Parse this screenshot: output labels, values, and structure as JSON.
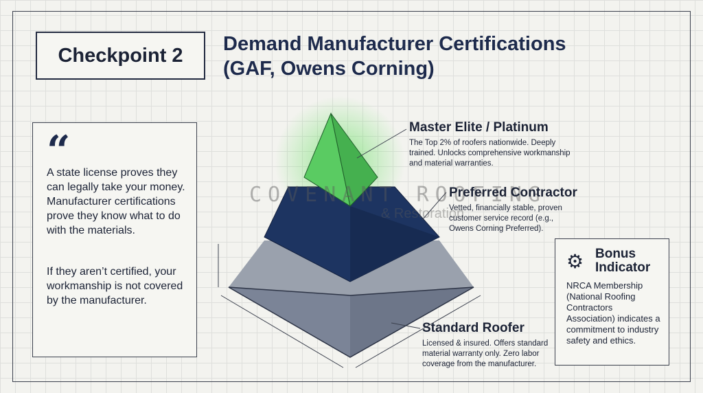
{
  "checkpoint": "Checkpoint 2",
  "title_line1": "Demand Manufacturer Certifications",
  "title_line2": "(GAF, Owens Corning)",
  "quote": {
    "mark": "“",
    "p1": "A state license proves they can legally take your money. Manufacturer certifications prove they know what to do with the materials.",
    "p2": "If they aren’t certified, your workmanship is not covered by the manufacturer."
  },
  "tiers": [
    {
      "title": "Master Elite / Platinum",
      "desc": "The Top 2% of roofers nationwide. Deeply trained. Unlocks comprehensive workmanship and material warranties.",
      "color": "#4fbf5a"
    },
    {
      "title": "Preferred Contractor",
      "desc": "Vetted, financially stable, proven customer service record (e.g., Owens Corning Preferred).",
      "color": "#1d3461"
    },
    {
      "title": "Standard Roofer",
      "desc": "Licensed & insured. Offers standard material warranty only. Zero labor coverage from the manufacturer.",
      "color": "#7b8497"
    }
  ],
  "bonus": {
    "title_line1": "Bonus",
    "title_line2": "Indicator",
    "icon": "gears-icon",
    "text": "NRCA Membership (National Roofing Contractors Association) indicates a commitment to industry safety and ethics."
  },
  "watermark": {
    "line1": "COVENANT ROOFING",
    "line2": "& Restoration"
  }
}
